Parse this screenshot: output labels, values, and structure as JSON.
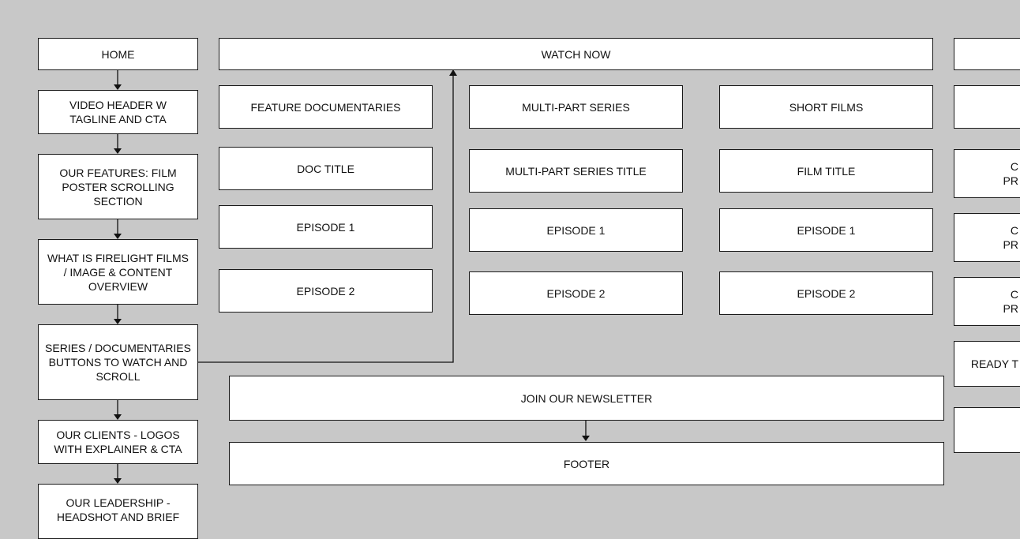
{
  "sitemap": {
    "left_column": [
      "HOME",
      "VIDEO HEADER W\nTAGLINE AND CTA",
      "OUR FEATURES: FILM\nPOSTER SCROLLING\nSECTION",
      "WHAT IS FIRELIGHT FILMS\n/ IMAGE & CONTENT\nOVERVIEW",
      "SERIES / DOCUMENTARIES\nBUTTONS TO WATCH AND\nSCROLL",
      "OUR CLIENTS - LOGOS\nWITH EXPLAINER & CTA",
      "OUR LEADERSHIP -\nHEADSHOT AND BRIEF"
    ],
    "watch_now": "WATCH NOW",
    "categories": [
      {
        "heading": "FEATURE DOCUMENTARIES",
        "items": [
          "DOC TITLE",
          "EPISODE 1",
          "EPISODE 2"
        ]
      },
      {
        "heading": "MULTI-PART SERIES",
        "items": [
          "MULTI-PART SERIES TITLE",
          "EPISODE 1",
          "EPISODE 2"
        ]
      },
      {
        "heading": "SHORT FILMS",
        "items": [
          "FILM TITLE",
          "EPISODE 1",
          "EPISODE 2"
        ]
      }
    ],
    "newsletter": "JOIN OUR NEWSLETTER",
    "footer": "FOOTER",
    "right_column": [
      "",
      "",
      "C\nPR",
      "C\nPR",
      "C\nPR",
      "READY T",
      ""
    ]
  }
}
